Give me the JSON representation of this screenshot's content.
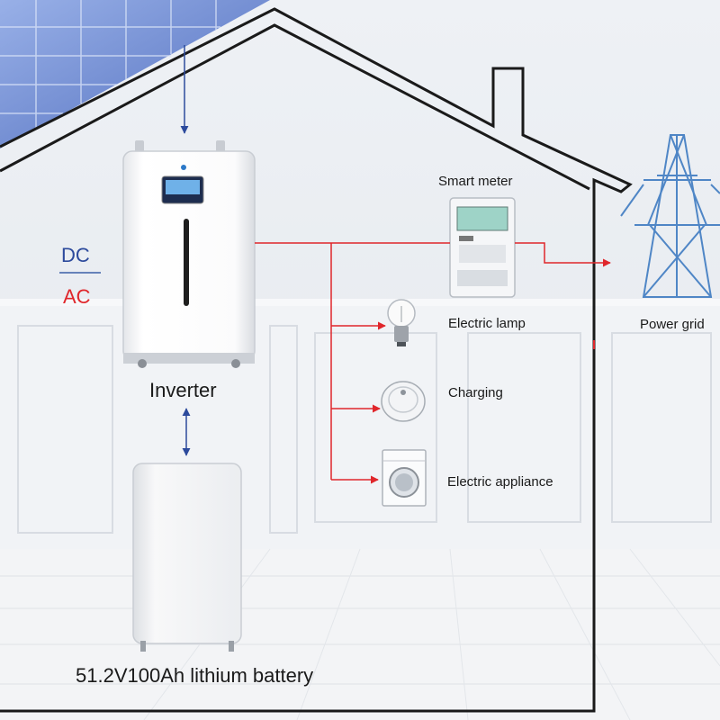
{
  "labels": {
    "inverter": "Inverter",
    "battery": "51.2V100Ah lithium battery",
    "smart_meter": "Smart meter",
    "electric_lamp": "Electric lamp",
    "charging": "Charging",
    "electric_appliance": "Electric appliance",
    "power_grid": "Power grid"
  },
  "legend": {
    "dc": "DC",
    "ac": "AC"
  },
  "colors": {
    "dc_line": "#2c4a9c",
    "ac_line": "#e0262b",
    "house_outline": "#1a1a1a",
    "wall": "#e9ecf0",
    "floor": "#f4f5f7"
  },
  "icons": [
    "solar-panel-icon",
    "inverter-icon",
    "battery-icon",
    "smart-meter-icon",
    "light-bulb-icon",
    "robot-vacuum-icon",
    "washing-machine-icon",
    "transmission-tower-icon"
  ]
}
